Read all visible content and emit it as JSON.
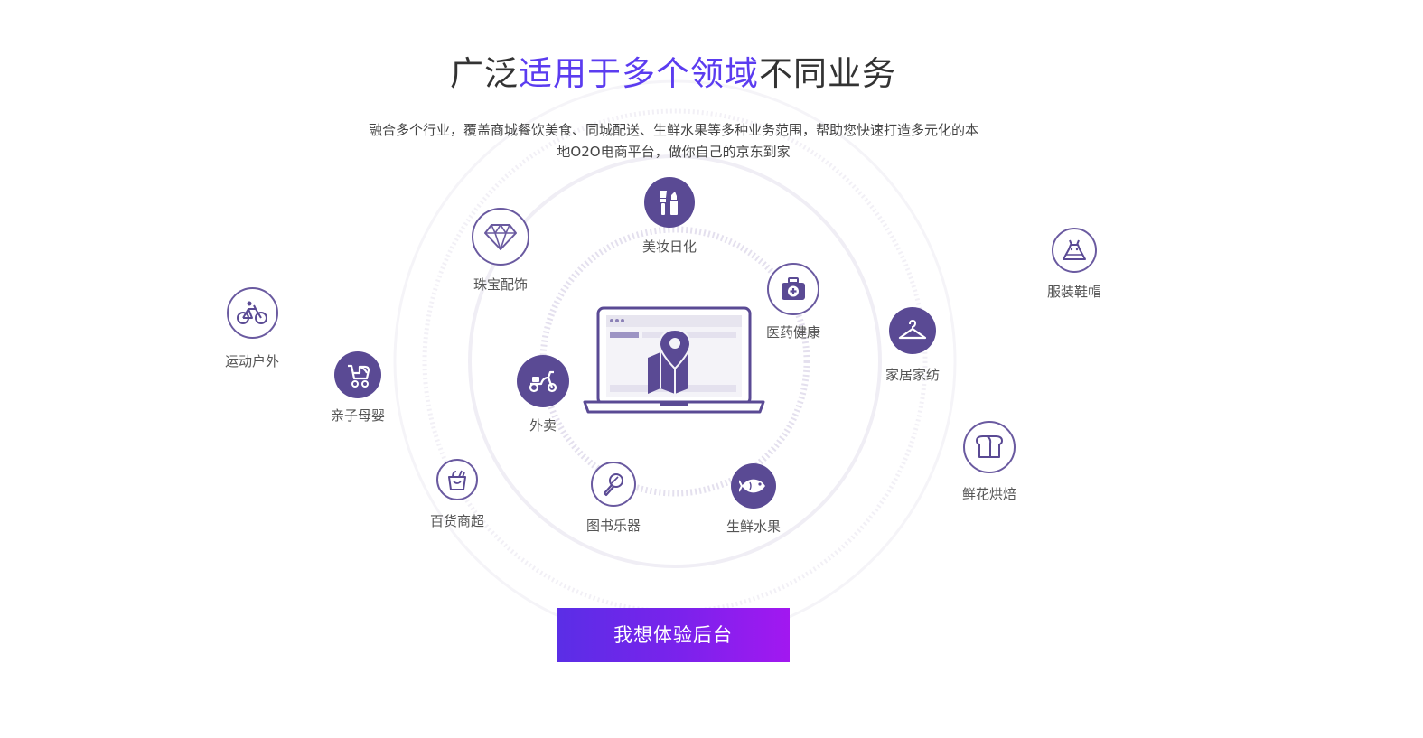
{
  "heading": {
    "prefix": "广泛",
    "highlight": "适用于多个领域",
    "suffix": "不同业务"
  },
  "subtitle": {
    "line1": "融合多个行业，覆盖商城餐饮美食、同城配送、生鲜水果等多种业务范围，帮助您快速打造多元化的本",
    "line2": "地O2O电商平台，做你自己的京东到家"
  },
  "colors": {
    "accent": "#5b3cf0",
    "icon_fill": "#5a4a94",
    "button_start": "#5a2ee6",
    "button_end": "#a218f0"
  },
  "industries": {
    "beauty": {
      "label": "美妆日化",
      "icon": "makeup-icon"
    },
    "jewelry": {
      "label": "珠宝配饰",
      "icon": "diamond-icon"
    },
    "medicine": {
      "label": "医药健康",
      "icon": "medical-kit-icon"
    },
    "clothing": {
      "label": "服装鞋帽",
      "icon": "dress-icon"
    },
    "sports": {
      "label": "运动户外",
      "icon": "bicycle-icon"
    },
    "baby": {
      "label": "亲子母婴",
      "icon": "stroller-icon"
    },
    "takeout": {
      "label": "外卖",
      "icon": "scooter-icon"
    },
    "home": {
      "label": "家居家纺",
      "icon": "hanger-icon"
    },
    "bakery": {
      "label": "鲜花烘焙",
      "icon": "bread-icon"
    },
    "supermarket": {
      "label": "百货商超",
      "icon": "shopping-bag-icon"
    },
    "books": {
      "label": "图书乐器",
      "icon": "microphone-icon"
    },
    "fresh": {
      "label": "生鲜水果",
      "icon": "fish-icon"
    }
  },
  "center_icon": "laptop-map-icon",
  "cta": {
    "label": "我想体验后台"
  }
}
